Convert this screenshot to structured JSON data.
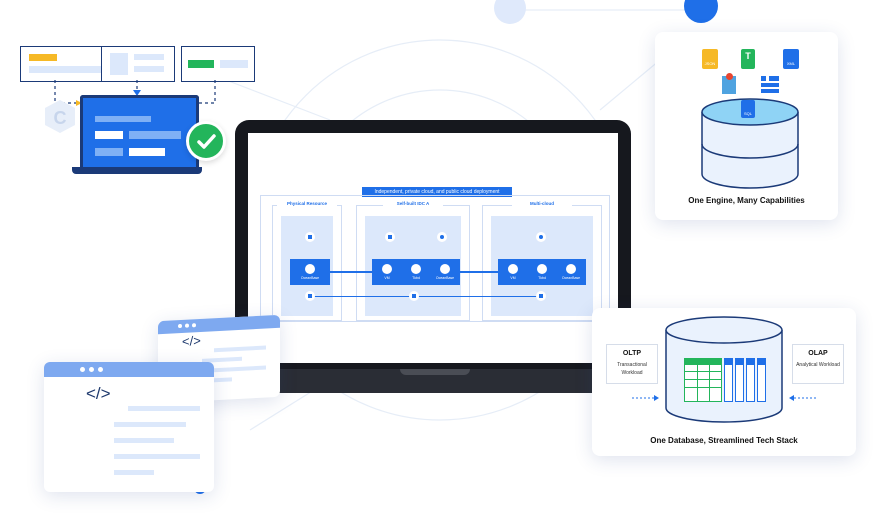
{
  "laptop_screen": {
    "banner": "Independent, private cloud, and public cloud deployment",
    "columns": [
      {
        "title": "Physical Resource"
      },
      {
        "title": "Self-built IDC A"
      },
      {
        "title": "Multi-cloud"
      }
    ],
    "node_label": "OceanBase",
    "cell_labels": [
      "VM",
      "Tkbd",
      "OceanBase"
    ]
  },
  "top_right_card": {
    "caption": "One Engine, Many Capabilities",
    "file_icons": [
      "json-file-icon",
      "text-file-icon",
      "xml-file-icon",
      "map-icon",
      "vector-icon",
      "sql-file-icon"
    ],
    "file_labels": {
      "json": "JSON",
      "xml": "XML",
      "sql": "SQL"
    }
  },
  "bottom_right_card": {
    "oltp_title": "OLTP",
    "oltp_sub": "Transactional Workload",
    "olap_title": "OLAP",
    "olap_sub": "Analytical Workload",
    "caption": "One Database, Streamlined Tech Stack"
  },
  "code_windows": {
    "symbol": "</>"
  },
  "colors": {
    "accent": "#1f6fe8",
    "light_accent": "#dce8fb",
    "success": "#23b55b",
    "warning": "#f6b926"
  }
}
